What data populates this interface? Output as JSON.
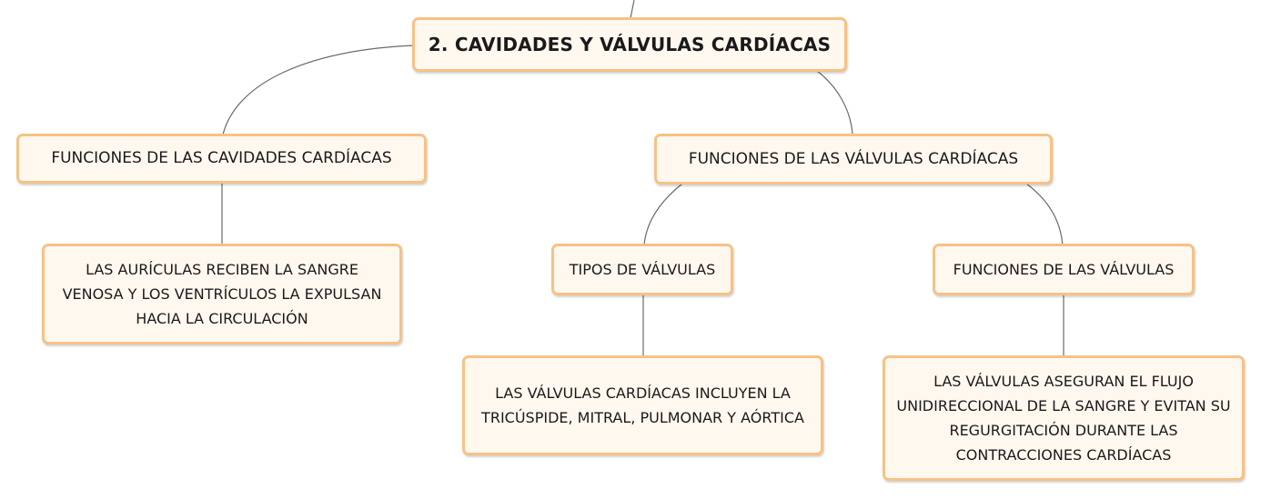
{
  "diagram": {
    "root": {
      "label": "2. CAVIDADES Y VÁLVULAS CARDÍACAS"
    },
    "cavidades": {
      "label": "FUNCIONES DE LAS CAVIDADES CARDÍACAS",
      "detail": "LAS AURÍCULAS RECIBEN LA SANGRE VENOSA Y LOS VENTRÍCULOS LA EXPULSAN HACIA LA CIRCULACIÓN"
    },
    "valvulas": {
      "label": "FUNCIONES DE LAS VÁLVULAS CARDÍACAS",
      "tipos": {
        "label": "TIPOS DE VÁLVULAS",
        "detail": "LAS VÁLVULAS CARDÍACAS INCLUYEN LA TRICÚSPIDE, MITRAL, PULMONAR Y AÓRTICA"
      },
      "funciones": {
        "label": "FUNCIONES DE LAS VÁLVULAS",
        "detail": "LAS VÁLVULAS ASEGURAN EL FLUJO UNIDIRECCIONAL DE LA SANGRE Y EVITAN SU REGURGITACIÓN DURANTE LAS CONTRACCIONES CARDÍACAS"
      }
    }
  },
  "colors": {
    "node_border": "#f6c285",
    "node_fill": "#fff8ef",
    "connector": "#6a6a6a"
  }
}
